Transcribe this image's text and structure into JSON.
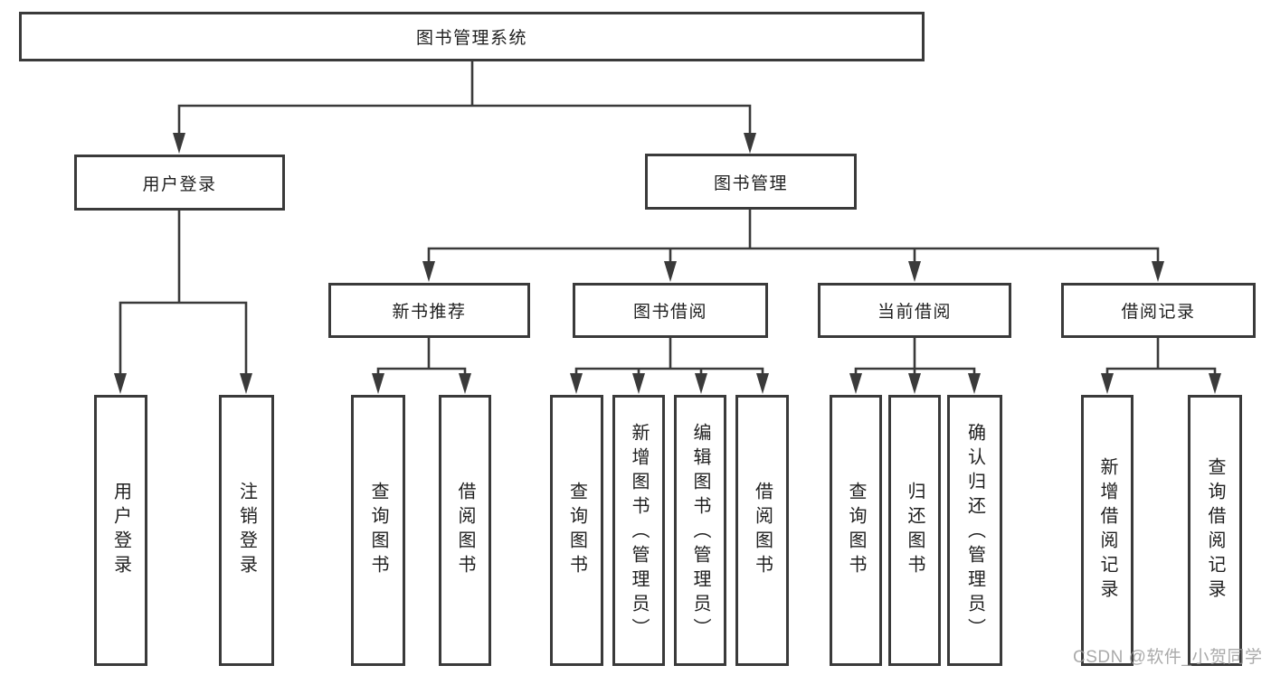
{
  "tree": {
    "label": "图书管理系统",
    "children": [
      {
        "label": "用户登录",
        "children": [
          {
            "label": "用户登录"
          },
          {
            "label": "注销登录"
          }
        ]
      },
      {
        "label": "图书管理",
        "children": [
          {
            "label": "新书推荐",
            "children": [
              {
                "label": "查询图书"
              },
              {
                "label": "借阅图书"
              }
            ]
          },
          {
            "label": "图书借阅",
            "children": [
              {
                "label": "查询图书"
              },
              {
                "label": "新增图书（管理员）"
              },
              {
                "label": "编辑图书（管理员）"
              },
              {
                "label": "借阅图书"
              }
            ]
          },
          {
            "label": "当前借阅",
            "children": [
              {
                "label": "查询图书"
              },
              {
                "label": "归还图书"
              },
              {
                "label": "确认归还（管理员）"
              }
            ]
          },
          {
            "label": "借阅记录",
            "children": [
              {
                "label": "新增借阅记录"
              },
              {
                "label": "查询借阅记录"
              }
            ]
          }
        ]
      }
    ]
  },
  "watermark": {
    "text": "CSDN @软件_小贺同学"
  },
  "colors": {
    "line": "#3a3a3a",
    "text": "#1f1f1f",
    "background": "#ffffff",
    "watermark": "#9b9b9b"
  }
}
